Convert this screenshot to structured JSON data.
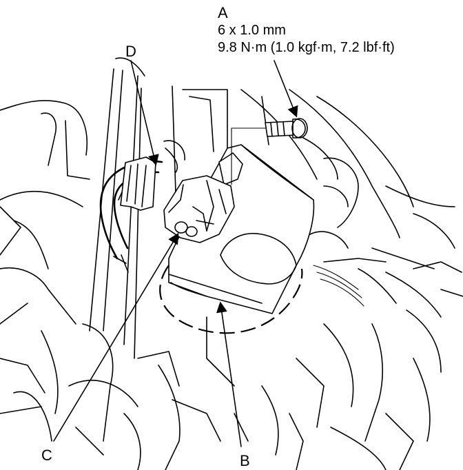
{
  "callouts": {
    "A": {
      "letter": "A",
      "spec_size": "6 x 1.0 mm",
      "spec_torque": "9.8 N·m (1.0 kgf·m, 7.2 lbf·ft)"
    },
    "B": {
      "letter": "B"
    },
    "C": {
      "letter": "C"
    },
    "D": {
      "letter": "D"
    }
  }
}
